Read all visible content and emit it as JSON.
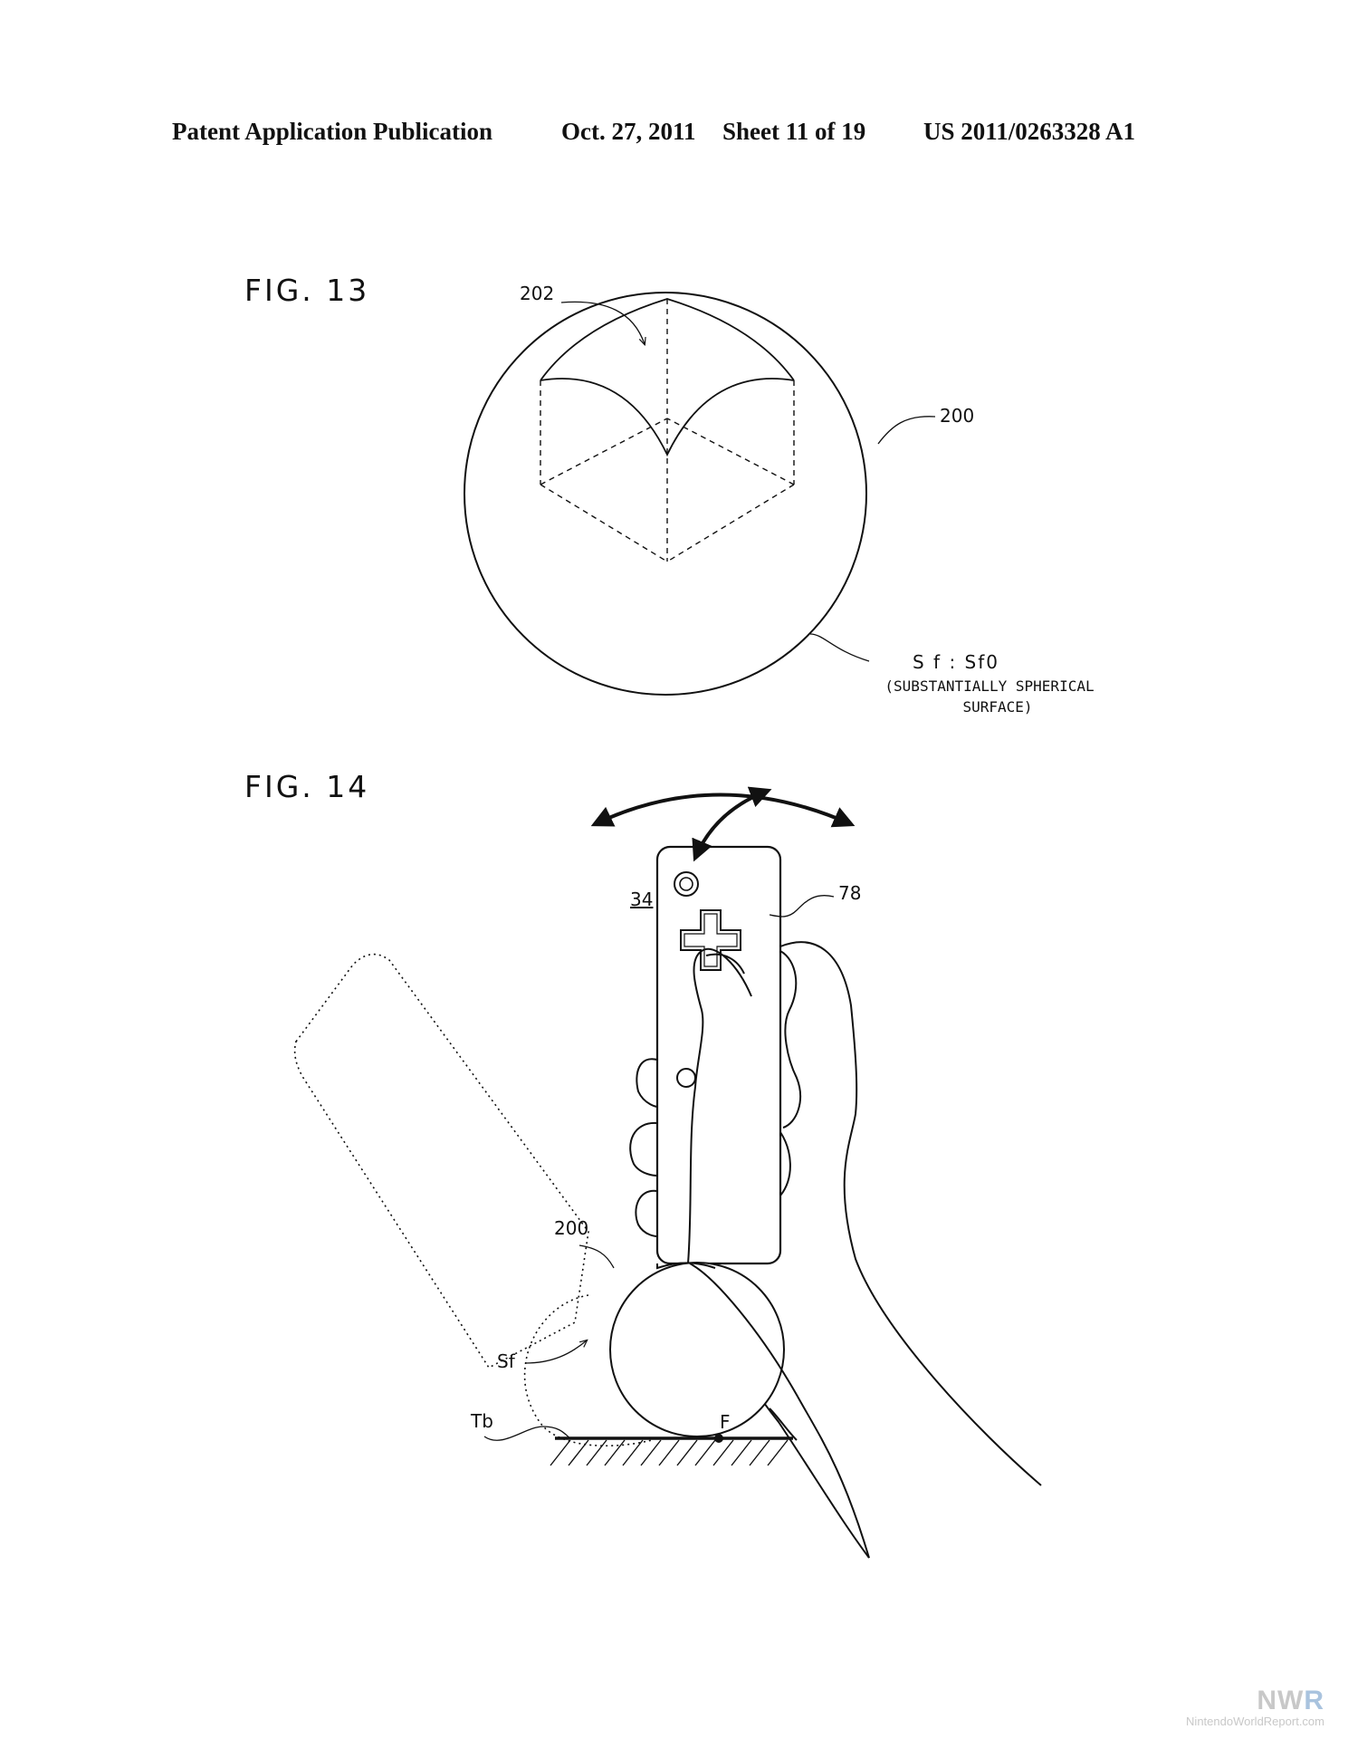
{
  "header": {
    "publication": "Patent Application Publication",
    "date": "Oct. 27, 2011",
    "sheet": "Sheet 11 of 19",
    "number": "US 2011/0263328 A1"
  },
  "fig13": {
    "label": "FIG. 13",
    "ref_202": "202",
    "ref_200": "200",
    "ref_sf": "S f : Sf0",
    "caption_line1": "(SUBSTANTIALLY SPHERICAL",
    "caption_line2": "SURFACE)"
  },
  "fig14": {
    "label": "FIG. 14",
    "ref_34": "34",
    "ref_78": "78",
    "ref_200": "200",
    "ref_sf": "Sf",
    "ref_tb": "Tb",
    "ref_f": "F"
  },
  "watermark": {
    "logo_nw": "NW",
    "logo_r": "R",
    "site": "NintendoWorldReport.com"
  },
  "colors": {
    "line": "#111111",
    "watermark": "#c8c8c8"
  }
}
